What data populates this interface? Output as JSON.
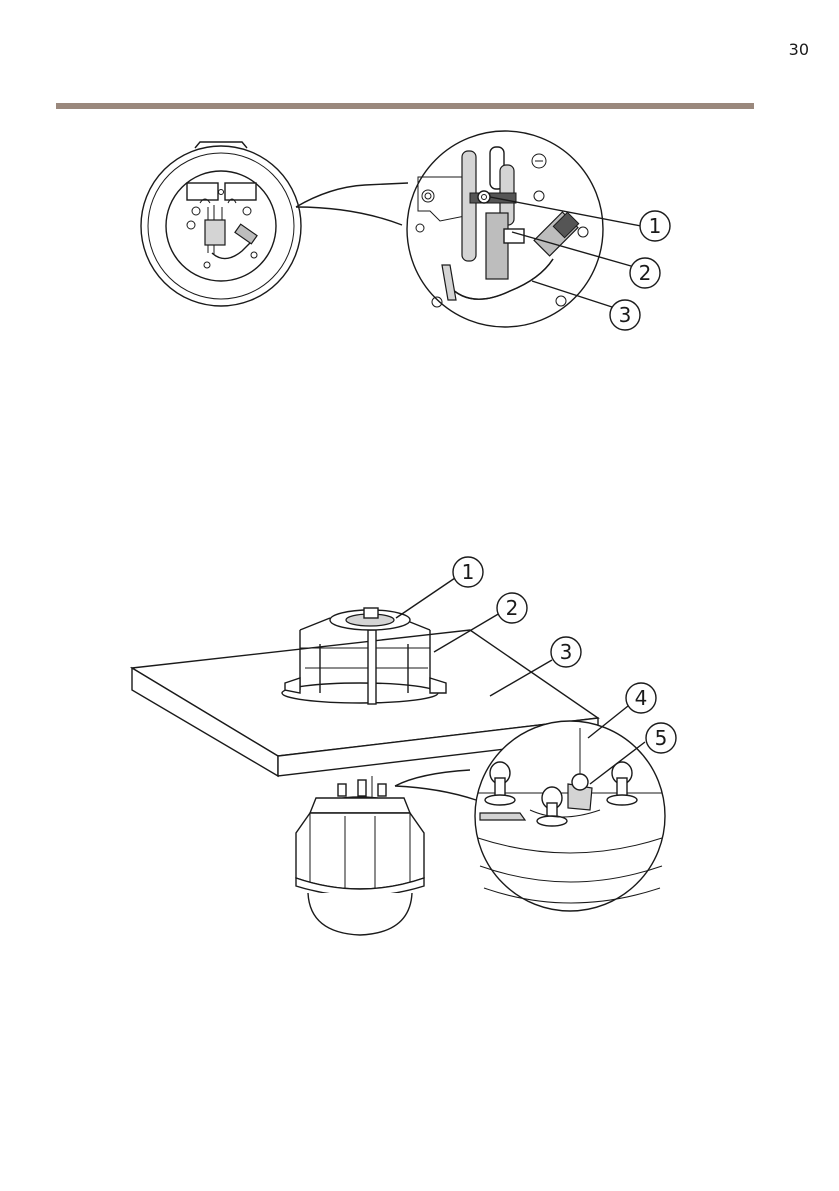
{
  "page": {
    "page_number": "30",
    "accent_color": "#9a887d"
  },
  "figure_top": {
    "callouts": [
      "1",
      "2",
      "3"
    ]
  },
  "figure_bottom": {
    "callouts": [
      "1",
      "2",
      "3",
      "4",
      "5"
    ]
  }
}
